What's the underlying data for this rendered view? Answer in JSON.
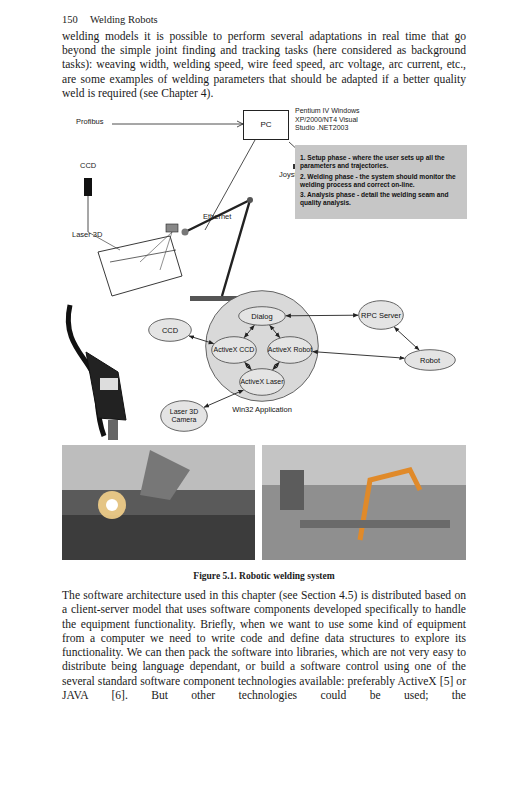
{
  "diagram": {
    "caption": "Figure 5.1. Robotic welding system",
    "nodes": [
      {
        "text": [
          "PC"
        ]
      },
      {
        "text": [
          "1. Setup phase - where the user sets up all the parameters and trajectories.",
          "2. Welding phase - the system should monitor the welding process and correct on-line.",
          "3. Analysis phase - detail the welding seam and quality analysis."
        ]
      },
      {
        "text": [
          "CCD"
        ]
      },
      {
        "text": [
          "RPC Server"
        ]
      },
      {
        "text": [
          "Win32 Application"
        ]
      },
      {
        "text": [
          "Dialog"
        ],
        "in": 4
      },
      {
        "text": [
          "ActiveX CCD"
        ],
        "in": 4
      },
      {
        "text": [
          "ActiveX Robot"
        ],
        "in": 4
      },
      {
        "text": [
          "ActiveX Laser"
        ],
        "in": 4
      },
      {
        "text": [
          "Robot"
        ]
      },
      {
        "text": [
          "Laser 3D Camera"
        ]
      }
    ],
    "edges": [
      {
        "from": 5,
        "to": 6,
        "arrow": "both"
      },
      {
        "from": 5,
        "to": 7,
        "arrow": "both"
      },
      {
        "from": 6,
        "to": 8,
        "arrow": "both"
      },
      {
        "from": 7,
        "to": 8,
        "arrow": "both"
      },
      {
        "from": 2,
        "to": 6,
        "arrow": "both"
      },
      {
        "from": 3,
        "to": 5,
        "arrow": "both"
      },
      {
        "from": 3,
        "to": 9,
        "arrow": "both"
      },
      {
        "from": 7,
        "to": 9,
        "arrow": "both"
      },
      {
        "from": 10,
        "to": 8,
        "arrow": "both"
      }
    ],
    "labels": [
      "150",
      "Welding Robots",
      "welding models it is possible to perform several adaptations in real time that go beyond the simple joint finding and tracking tasks (here considered as background tasks): weaving width, welding speed, wire feed speed, arc voltage, arc current, etc., are some examples of welding parameters that should be adapted if a better quality weld is required (see Chapter 4).",
      "Profibus",
      "CCD",
      "Laser 3D",
      "Ethernet",
      "Joystick",
      "Pentium IV Windows XP/2000/NT4 Visual Studio .NET2003",
      "The software architecture used in this chapter (see Section 4.5) is distributed based on a client-server model that uses software components developed specifically to handle the equipment functionality. Briefly, when we want to use some kind of equipment from a computer we need to write code and define data structures to explore its functionality. We can then pack the software into libraries, which are not very easy to distribute being language dependant, or build a software control using one of the several standard software component technologies available: preferably ActiveX [5] or JAVA [6]. But other technologies could be used; the"
    ]
  }
}
